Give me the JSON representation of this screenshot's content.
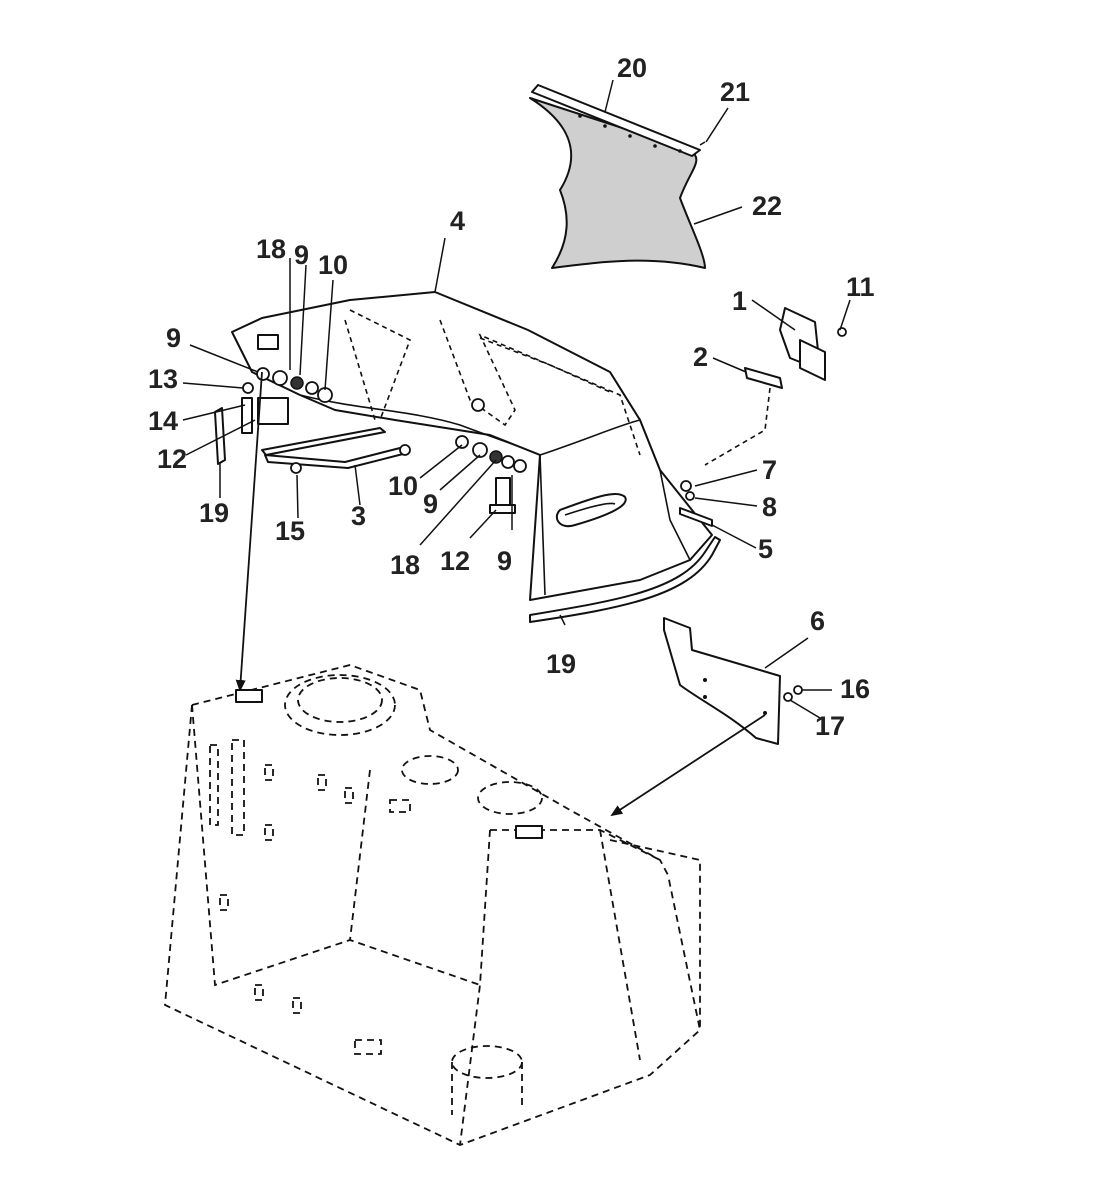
{
  "diagram": {
    "callouts": [
      {
        "id": "c20",
        "text": "20"
      },
      {
        "id": "c21",
        "text": "21"
      },
      {
        "id": "c22",
        "text": "22"
      },
      {
        "id": "c4",
        "text": "4"
      },
      {
        "id": "c18a",
        "text": "18"
      },
      {
        "id": "c9a",
        "text": "9"
      },
      {
        "id": "c10a",
        "text": "10"
      },
      {
        "id": "c9b",
        "text": "9"
      },
      {
        "id": "c13",
        "text": "13"
      },
      {
        "id": "c14",
        "text": "14"
      },
      {
        "id": "c12a",
        "text": "12"
      },
      {
        "id": "c19a",
        "text": "19"
      },
      {
        "id": "c15",
        "text": "15"
      },
      {
        "id": "c3",
        "text": "3"
      },
      {
        "id": "c10b",
        "text": "10"
      },
      {
        "id": "c9c",
        "text": "9"
      },
      {
        "id": "c18b",
        "text": "18"
      },
      {
        "id": "c12b",
        "text": "12"
      },
      {
        "id": "c9d",
        "text": "9"
      },
      {
        "id": "c1",
        "text": "1"
      },
      {
        "id": "c11",
        "text": "11"
      },
      {
        "id": "c2",
        "text": "2"
      },
      {
        "id": "c7",
        "text": "7"
      },
      {
        "id": "c8",
        "text": "8"
      },
      {
        "id": "c5",
        "text": "5"
      },
      {
        "id": "c19b",
        "text": "19"
      },
      {
        "id": "c6",
        "text": "6"
      },
      {
        "id": "c16",
        "text": "16"
      },
      {
        "id": "c17",
        "text": "17"
      }
    ]
  }
}
